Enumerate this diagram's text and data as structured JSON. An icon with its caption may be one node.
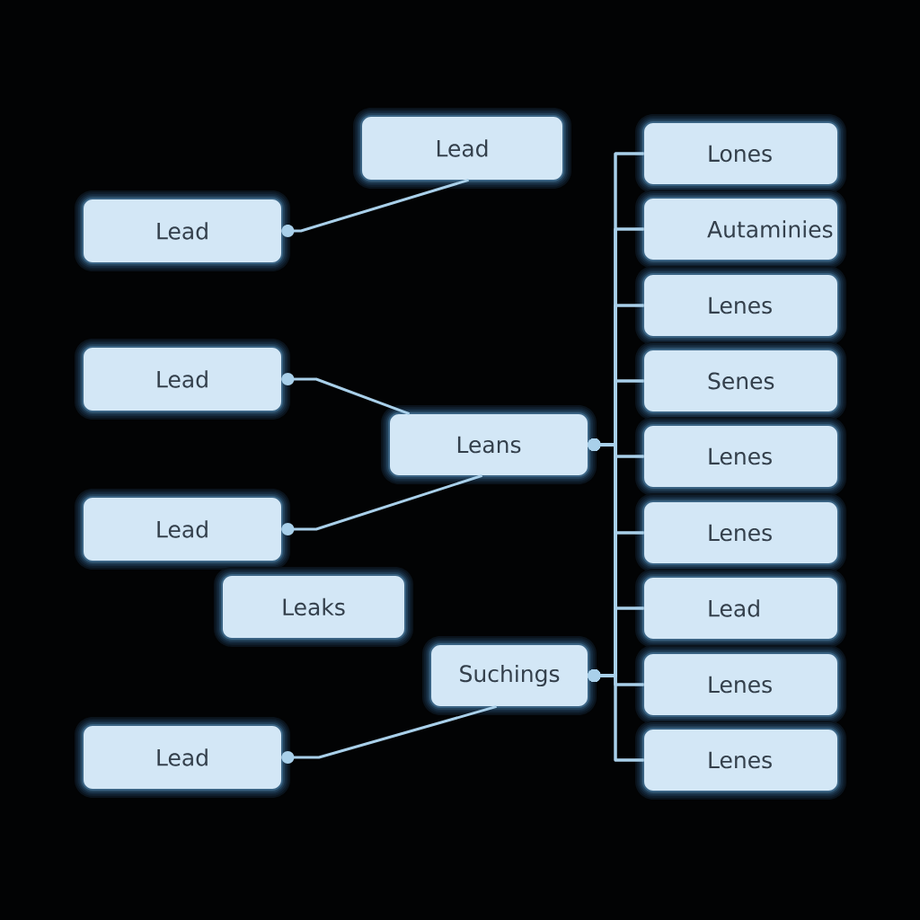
{
  "diagram": {
    "nodes": [
      {
        "text": [
          "Lead"
        ]
      },
      {
        "text": [
          "Lead"
        ]
      },
      {
        "text": [
          "Lead"
        ]
      },
      {
        "text": [
          "Leans"
        ]
      },
      {
        "text": [
          "Lead"
        ]
      },
      {
        "text": [
          "Leaks"
        ]
      },
      {
        "text": [
          "Suchings"
        ]
      },
      {
        "text": [
          "Lead"
        ]
      },
      {
        "text": [
          "Lones"
        ]
      },
      {
        "text": [
          "Autaminies"
        ]
      },
      {
        "text": [
          "Lenes"
        ]
      },
      {
        "text": [
          "Senes"
        ]
      },
      {
        "text": [
          "Lenes"
        ]
      },
      {
        "text": [
          "Lenes"
        ]
      },
      {
        "text": [
          "Lead"
        ]
      },
      {
        "text": [
          "Lenes"
        ]
      },
      {
        "text": [
          "Lenes"
        ]
      }
    ],
    "edges": [
      {
        "from": 1,
        "to": 0,
        "arrow": "other"
      },
      {
        "from": 2,
        "to": 3,
        "arrow": "other"
      },
      {
        "from": 4,
        "to": 3,
        "arrow": "other"
      },
      {
        "from": 7,
        "to": 6,
        "arrow": "other"
      },
      {
        "from": 3,
        "to": 8,
        "arrow": "other"
      },
      {
        "from": 3,
        "to": 9,
        "arrow": "other"
      },
      {
        "from": 3,
        "to": 10,
        "arrow": "other"
      },
      {
        "from": 3,
        "to": 11,
        "arrow": "other"
      },
      {
        "from": 3,
        "to": 12,
        "arrow": "other"
      },
      {
        "from": 3,
        "to": 13,
        "arrow": "other"
      },
      {
        "from": 3,
        "to": 14,
        "arrow": "other"
      },
      {
        "from": 3,
        "to": 15,
        "arrow": "other"
      },
      {
        "from": 3,
        "to": 16,
        "arrow": "other"
      },
      {
        "from": 6,
        "to": 8,
        "arrow": "other"
      },
      {
        "from": 6,
        "to": 9,
        "arrow": "other"
      },
      {
        "from": 6,
        "to": 10,
        "arrow": "other"
      },
      {
        "from": 6,
        "to": 11,
        "arrow": "other"
      },
      {
        "from": 6,
        "to": 12,
        "arrow": "other"
      },
      {
        "from": 6,
        "to": 13,
        "arrow": "other"
      },
      {
        "from": 6,
        "to": 14,
        "arrow": "other"
      },
      {
        "from": 6,
        "to": 15,
        "arrow": "other"
      },
      {
        "from": 6,
        "to": 16,
        "arrow": "other"
      }
    ]
  }
}
